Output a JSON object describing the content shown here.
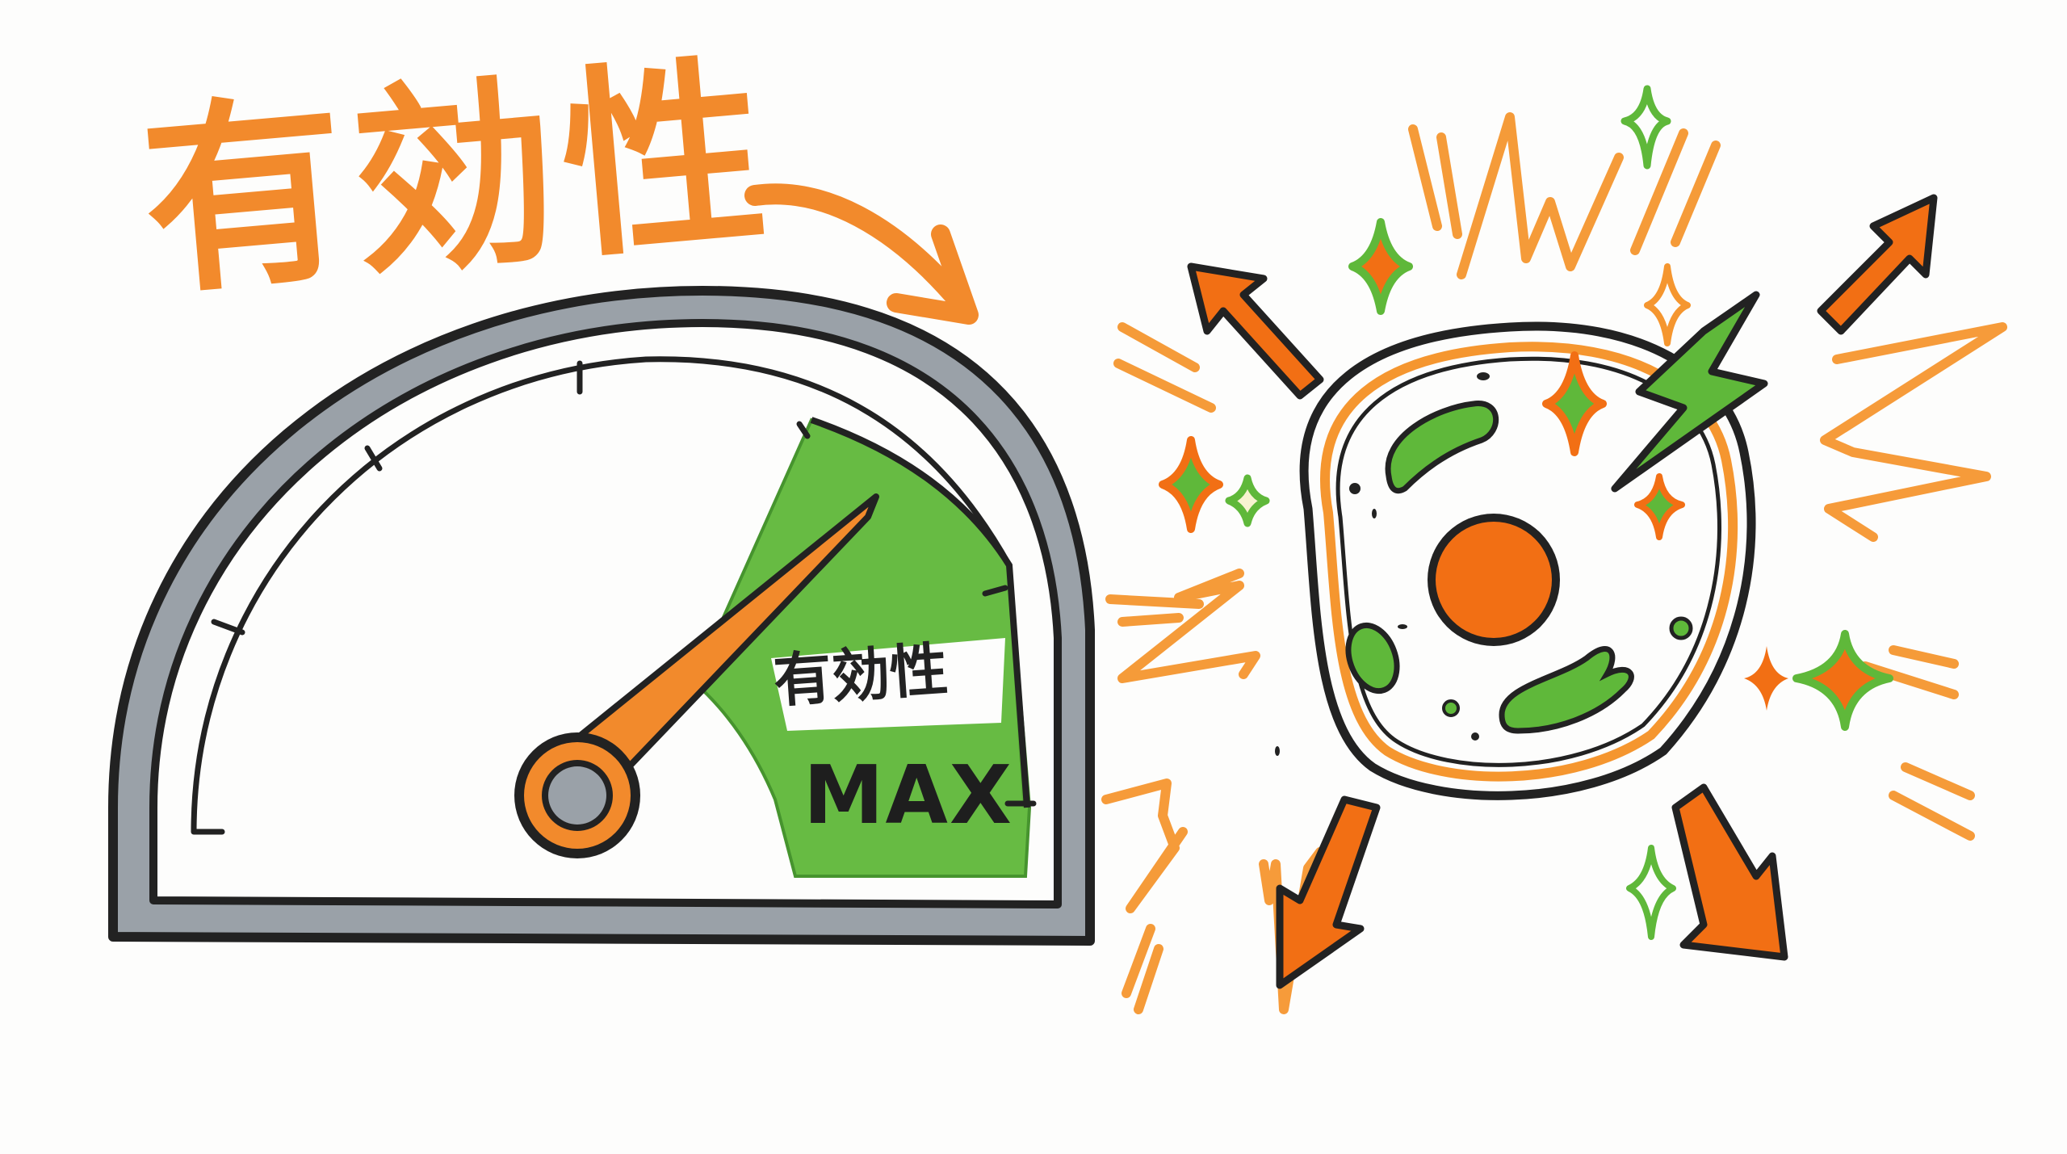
{
  "illustration": {
    "title": "有効性",
    "gauge": {
      "label": "有効性",
      "level": "MAX",
      "ticks": 7
    },
    "subject": "cell",
    "colors": {
      "orange": "#f28a2c",
      "green": "#5fb83a",
      "gray": "#9aa1a8",
      "ink": "#222222",
      "paper": "#fdfdfc"
    }
  }
}
